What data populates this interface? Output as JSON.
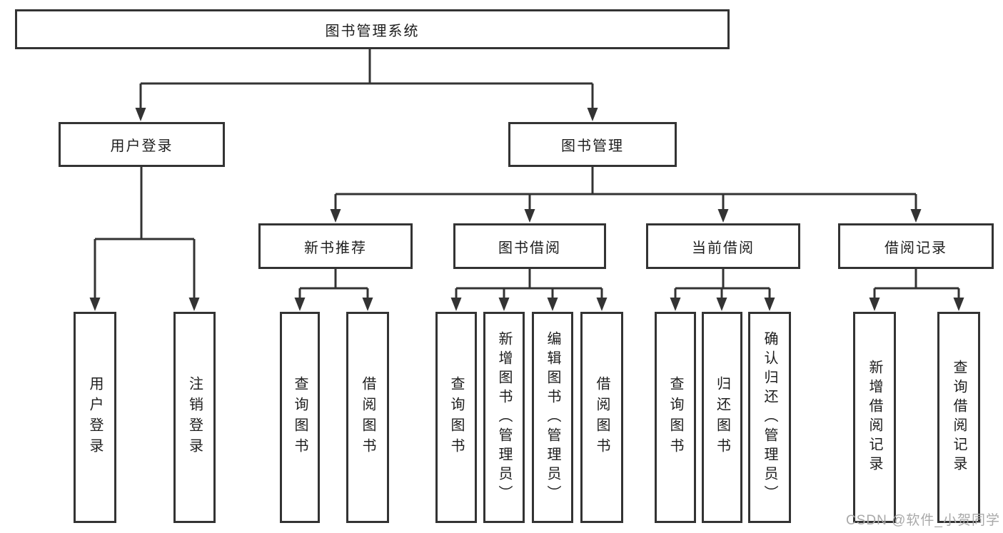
{
  "diagram": {
    "title_note": "library management system functional structure chart",
    "root": {
      "label": "图书管理系统"
    },
    "branches": [
      {
        "label": "用户登录",
        "children": [
          {
            "label": "用户登录"
          },
          {
            "label": "注销登录"
          }
        ]
      },
      {
        "label": "图书管理",
        "children": [
          {
            "label": "新书推荐",
            "children": [
              {
                "label": "查询图书"
              },
              {
                "label": "借阅图书"
              }
            ]
          },
          {
            "label": "图书借阅",
            "children": [
              {
                "label": "查询图书"
              },
              {
                "label": "新增图书（管理员）"
              },
              {
                "label": "编辑图书（管理员）"
              },
              {
                "label": "借阅图书"
              }
            ]
          },
          {
            "label": "当前借阅",
            "children": [
              {
                "label": "查询图书"
              },
              {
                "label": "归还图书"
              },
              {
                "label": "确认归还（管理员）"
              }
            ]
          },
          {
            "label": "借阅记录",
            "children": [
              {
                "label": "新增借阅记录"
              },
              {
                "label": "查询借阅记录"
              }
            ]
          }
        ]
      }
    ],
    "watermark": "CSDN @软件_小贺同学",
    "colors": {
      "line": "#333333",
      "box_border": "#333333",
      "text": "#1d1d1d",
      "watermark": "#a9a9a9",
      "background": "#ffffff"
    }
  }
}
